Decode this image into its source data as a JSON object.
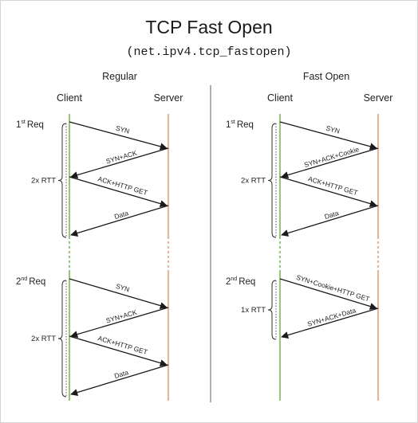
{
  "title": "TCP Fast Open",
  "subtitle": "(net.ipv4.tcp_fastopen)",
  "colors": {
    "client_line": "#9fc183",
    "server_line": "#e3b79e",
    "arrow": "#1a1a1a",
    "divider": "#8c8c8c"
  },
  "panels": [
    {
      "heading": "Regular",
      "client_label": "Client",
      "server_label": "Server",
      "requests": [
        {
          "label": "Req",
          "label_prefix": "1",
          "label_sup": "st",
          "rtt": "2x RTT",
          "messages": [
            {
              "text": "SYN",
              "direction": "to-server"
            },
            {
              "text": "SYN+ACK",
              "direction": "to-client"
            },
            {
              "text": "ACK+HTTP GET",
              "direction": "to-server"
            },
            {
              "text": "Data",
              "direction": "to-client"
            }
          ]
        },
        {
          "label": "Req",
          "label_prefix": "2",
          "label_sup": "nd",
          "rtt": "2x RTT",
          "messages": [
            {
              "text": "SYN",
              "direction": "to-server"
            },
            {
              "text": "SYN+ACK",
              "direction": "to-client"
            },
            {
              "text": "ACK+HTTP GET",
              "direction": "to-server"
            },
            {
              "text": "Data",
              "direction": "to-client"
            }
          ]
        }
      ]
    },
    {
      "heading": "Fast Open",
      "client_label": "Client",
      "server_label": "Server",
      "requests": [
        {
          "label": "Req",
          "label_prefix": "1",
          "label_sup": "st",
          "rtt": "2x RTT",
          "messages": [
            {
              "text": "SYN",
              "direction": "to-server"
            },
            {
              "text": "SYN+ACK+Cookie",
              "direction": "to-client"
            },
            {
              "text": "ACK+HTTP GET",
              "direction": "to-server"
            },
            {
              "text": "Data",
              "direction": "to-client"
            }
          ]
        },
        {
          "label": "Req",
          "label_prefix": "2",
          "label_sup": "nd",
          "rtt": "1x RTT",
          "messages": [
            {
              "text": "SYN+Cookie+HTTP GET",
              "direction": "to-server"
            },
            {
              "text": "SYN+ACK+Data",
              "direction": "to-client"
            }
          ]
        }
      ]
    }
  ]
}
